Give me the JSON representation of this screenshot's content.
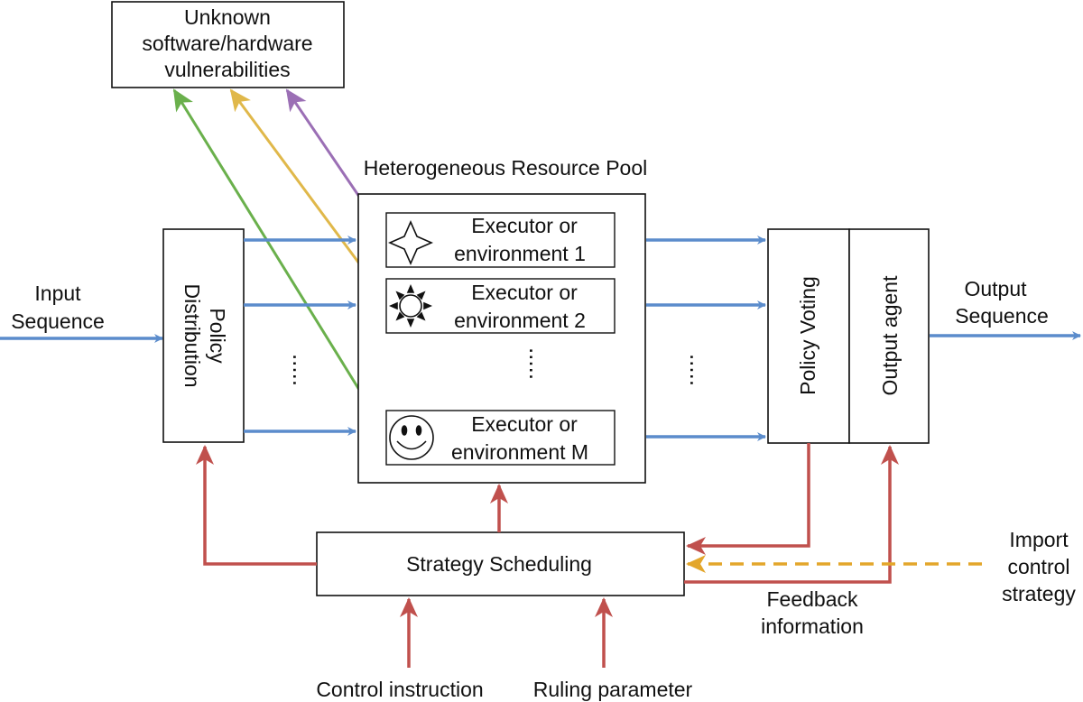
{
  "colors": {
    "blue": "#5b8ccc",
    "red": "#c0504d",
    "green": "#6ab04c",
    "yellow": "#e0b84a",
    "purple": "#9b6fb5",
    "orange_dashed": "#e3a62b"
  },
  "vulnerabilities": {
    "line1": "Unknown",
    "line2": "software/hardware",
    "line3": "vulnerabilities"
  },
  "pool": {
    "title": "Heterogeneous Resource Pool",
    "executors": [
      {
        "line1": "Executor or",
        "line2": "environment 1",
        "icon": "star-icon"
      },
      {
        "line1": "Executor or",
        "line2": "environment 2",
        "icon": "sun-icon"
      },
      {
        "line1": "Executor or",
        "line2": "environment M",
        "icon": "smiley-icon"
      }
    ]
  },
  "input": {
    "line1": "Input",
    "line2": "Sequence"
  },
  "output": {
    "line1": "Output",
    "line2": "Sequence"
  },
  "policy_distribution": {
    "line1": "Policy",
    "line2": "Distribution"
  },
  "policy_voting": "Policy Voting",
  "output_agent": "Output agent",
  "strategy_scheduling": "Strategy Scheduling",
  "import_control": {
    "line1": "Import",
    "line2": "control",
    "line3": "strategy"
  },
  "feedback": {
    "line1": "Feedback",
    "line2": "information"
  },
  "control_instruction": "Control instruction",
  "ruling_parameter": "Ruling parameter",
  "ellipsis": "....."
}
